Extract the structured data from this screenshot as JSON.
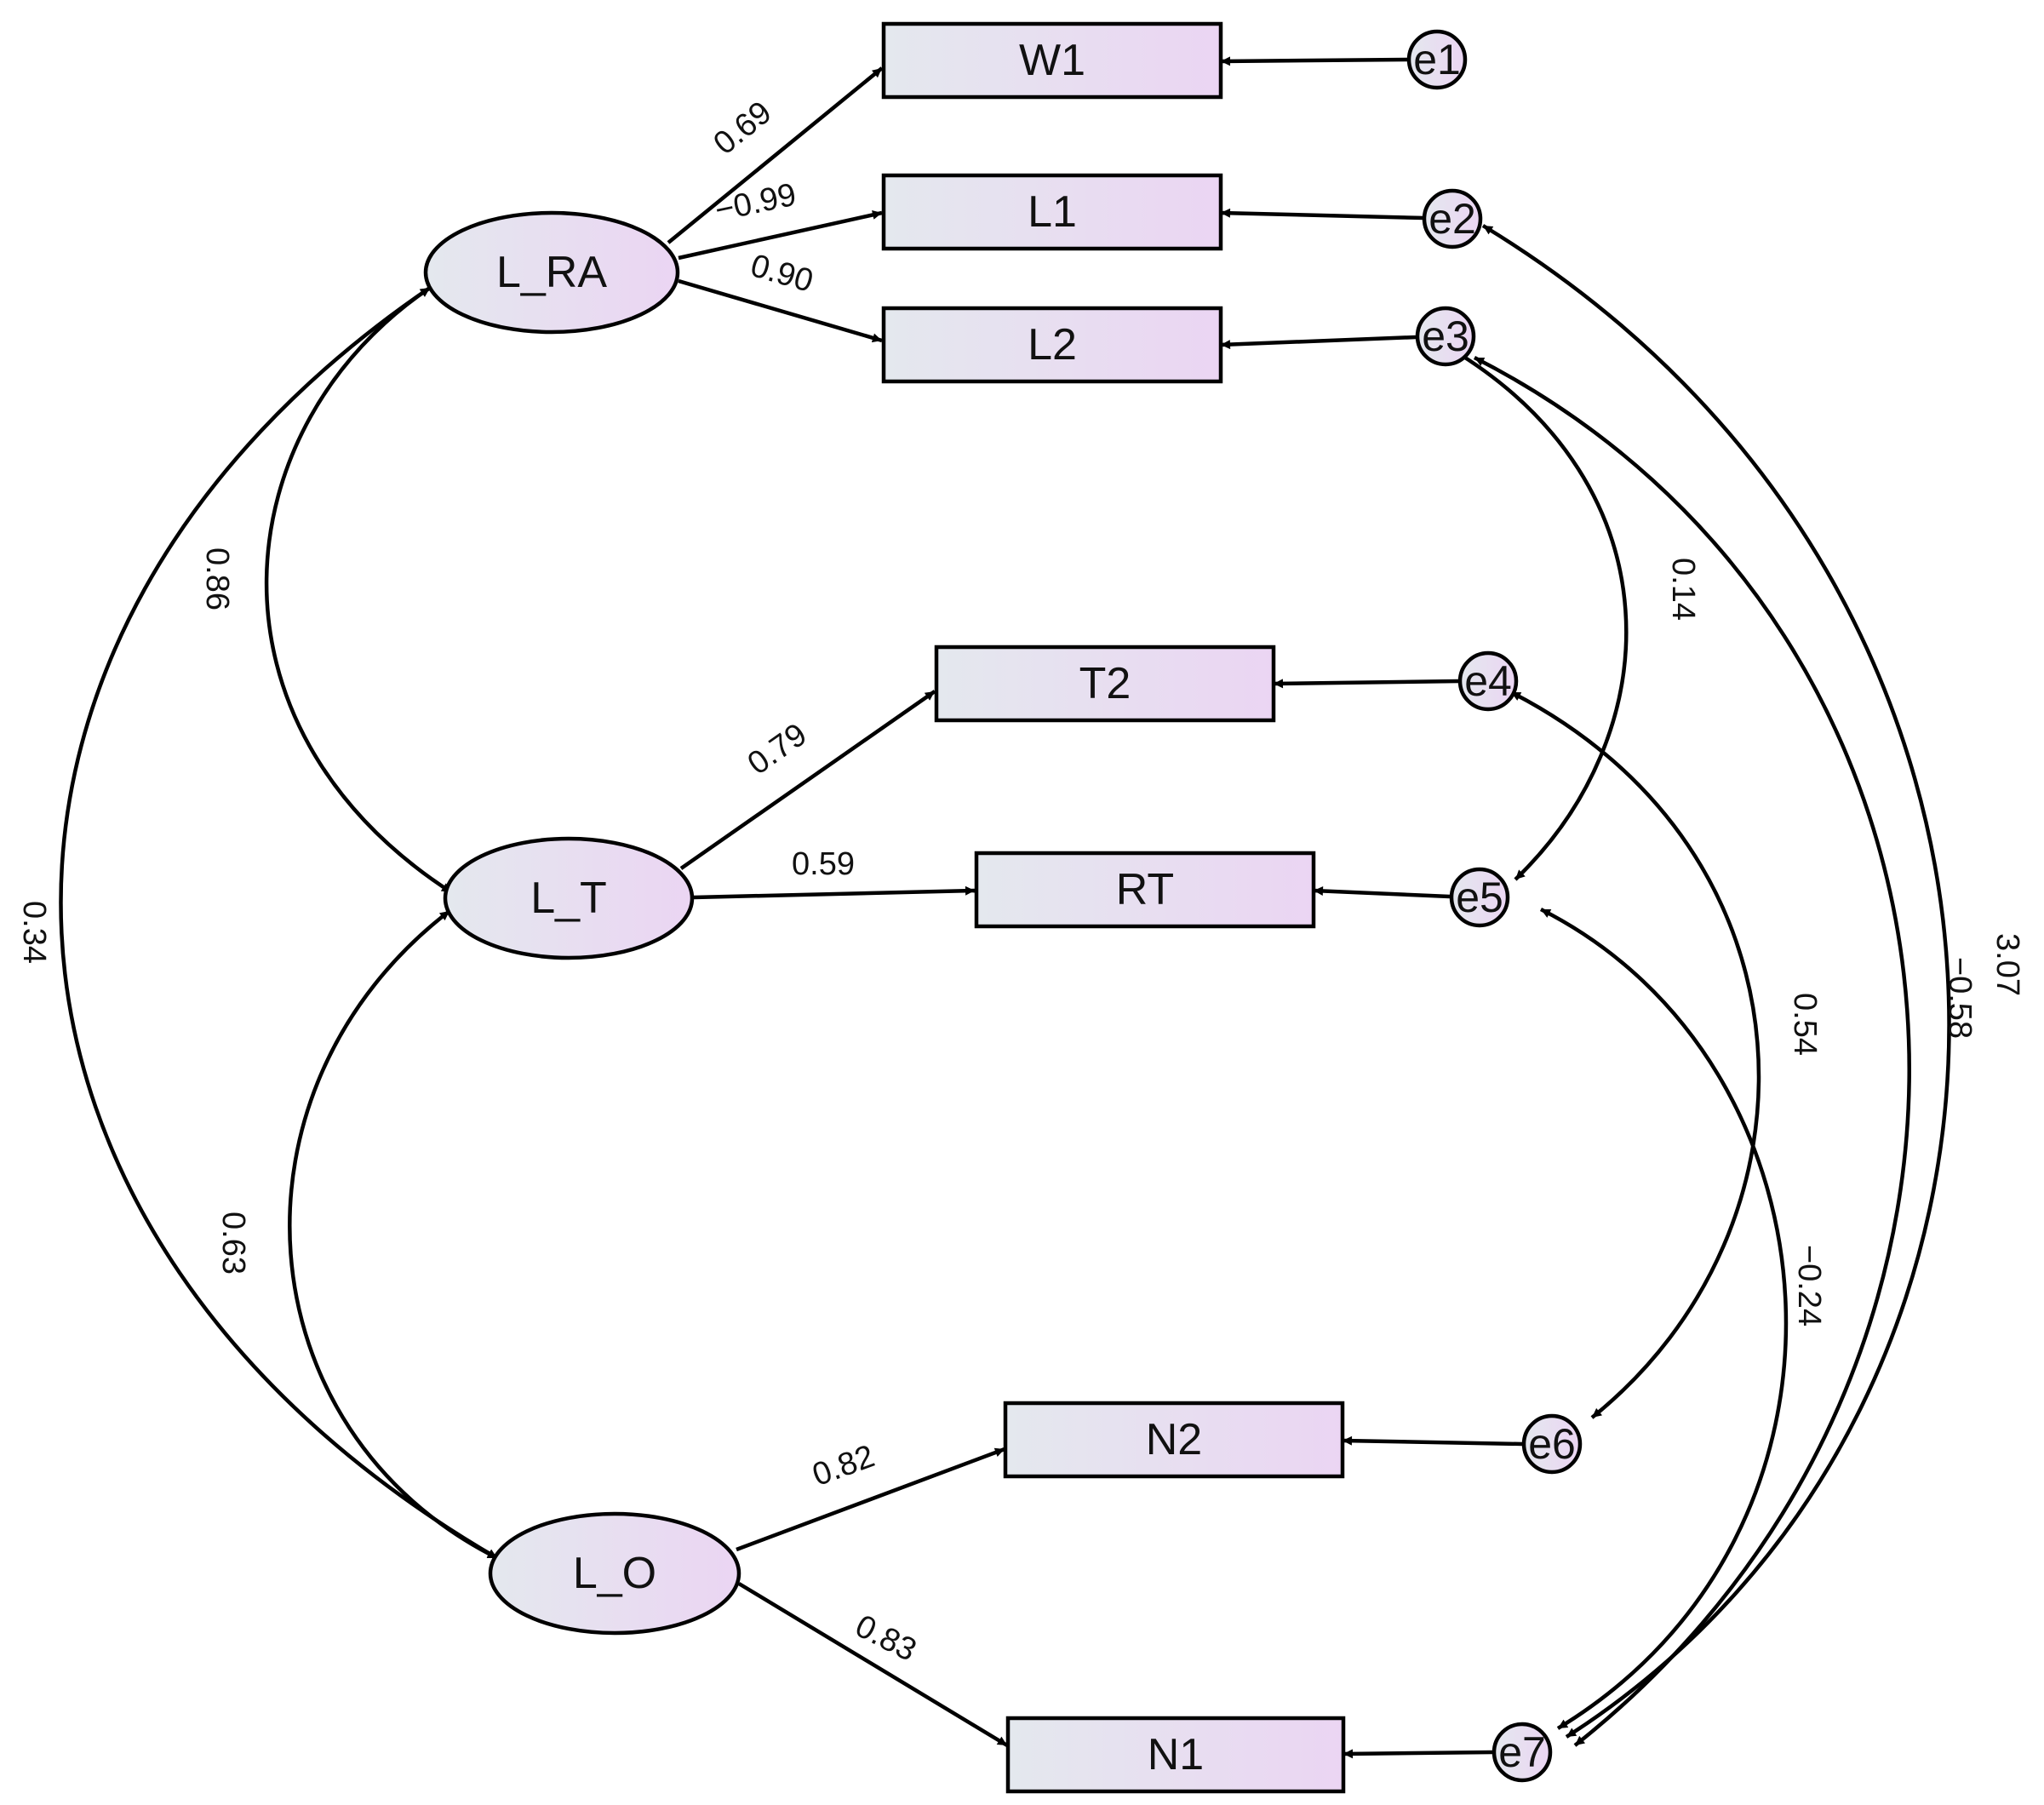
{
  "colors": {
    "fill_start": "#e4e8ee",
    "fill_end": "#ebd5f3",
    "stroke": "#000000"
  },
  "observed": [
    {
      "id": "W1",
      "label": "W1"
    },
    {
      "id": "L1",
      "label": "L1"
    },
    {
      "id": "L2",
      "label": "L2"
    },
    {
      "id": "T2",
      "label": "T2"
    },
    {
      "id": "RT",
      "label": "RT"
    },
    {
      "id": "N2",
      "label": "N2"
    },
    {
      "id": "N1",
      "label": "N1"
    }
  ],
  "latent": [
    {
      "id": "L_RA",
      "label": "L_RA"
    },
    {
      "id": "L_T",
      "label": "L_T"
    },
    {
      "id": "L_O",
      "label": "L_O"
    }
  ],
  "errors": [
    {
      "id": "e1",
      "label": "e1"
    },
    {
      "id": "e2",
      "label": "e2"
    },
    {
      "id": "e3",
      "label": "e3"
    },
    {
      "id": "e4",
      "label": "e4"
    },
    {
      "id": "e5",
      "label": "e5"
    },
    {
      "id": "e6",
      "label": "e6"
    },
    {
      "id": "e7",
      "label": "e7"
    }
  ],
  "loadings": [
    {
      "from": "L_RA",
      "to": "W1",
      "value": "0.69"
    },
    {
      "from": "L_RA",
      "to": "L1",
      "value": "−0.99"
    },
    {
      "from": "L_RA",
      "to": "L2",
      "value": "0.90"
    },
    {
      "from": "L_T",
      "to": "T2",
      "value": "0.79"
    },
    {
      "from": "L_T",
      "to": "RT",
      "value": "0.59"
    },
    {
      "from": "L_O",
      "to": "N2",
      "value": "0.82"
    },
    {
      "from": "L_O",
      "to": "N1",
      "value": "0.83"
    }
  ],
  "covariances": [
    {
      "a": "L_RA",
      "b": "L_T",
      "value": "0.86"
    },
    {
      "a": "L_RA",
      "b": "L_O",
      "value": "0.34"
    },
    {
      "a": "L_T",
      "b": "L_O",
      "value": "0.63"
    },
    {
      "a": "e3",
      "b": "e5",
      "value": "0.14"
    },
    {
      "a": "e4",
      "b": "e6",
      "value": "0.54"
    },
    {
      "a": "e5",
      "b": "e7",
      "value": "−0.24"
    },
    {
      "a": "e3",
      "b": "e7",
      "value": "−0.58"
    },
    {
      "a": "e2",
      "b": "e7",
      "value": "3.07"
    }
  ]
}
